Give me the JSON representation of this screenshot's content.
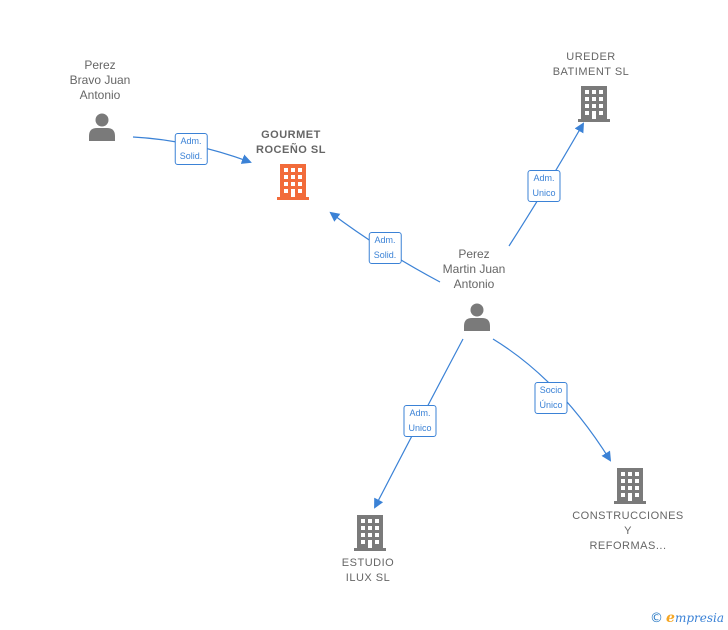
{
  "nodes": {
    "perez_bravo": {
      "lines": [
        "Perez",
        "Bravo Juan",
        "Antonio"
      ],
      "icon": "person-icon"
    },
    "gourmet": {
      "lines": [
        "GOURMET",
        "ROCEÑO  SL"
      ],
      "icon": "building-icon",
      "color": "#f26b3a"
    },
    "ureder": {
      "lines": [
        "UREDER",
        "BATIMENT  SL"
      ],
      "icon": "building-icon",
      "color": "#7a7a7a"
    },
    "perez_martin": {
      "lines": [
        "Perez",
        "Martin Juan",
        "Antonio"
      ],
      "icon": "person-icon"
    },
    "estudio": {
      "lines": [
        "ESTUDIO",
        "ILUX SL"
      ],
      "icon": "building-icon",
      "color": "#7a7a7a"
    },
    "construcciones": {
      "lines": [
        "CONSTRUCCIONES",
        "Y",
        "REFORMAS..."
      ],
      "icon": "building-icon",
      "color": "#7a7a7a"
    }
  },
  "edges": {
    "bravo_gourmet": [
      "Adm.",
      "Solid."
    ],
    "martin_gourmet": [
      "Adm.",
      "Solid."
    ],
    "martin_ureder": [
      "Adm.",
      "Unico"
    ],
    "martin_estudio": [
      "Adm.",
      "Unico"
    ],
    "martin_construcciones": [
      "Socio",
      "Único"
    ]
  },
  "colors": {
    "edge": "#3b82d6",
    "person": "#7a7a7a"
  },
  "watermark": {
    "copyright": "©",
    "brand_e": "e",
    "brand_rest": "mpresia"
  }
}
